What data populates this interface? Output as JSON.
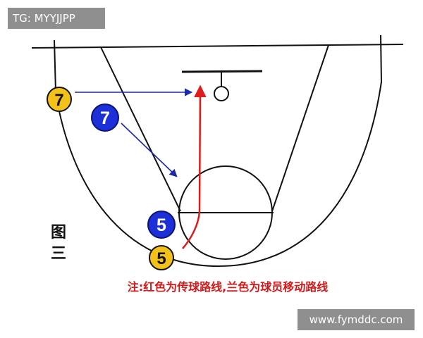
{
  "watermark_top": "TG: MYYJJPP",
  "watermark_bottom": "www.fymddc.com",
  "figure_label": "图\n三",
  "note": "注:红色为传球路线,兰色为球员移动路线",
  "players": [
    {
      "id": "yellow-7",
      "label": "7",
      "team_color": "#f2c21b"
    },
    {
      "id": "blue-7",
      "label": "7",
      "team_color": "#1d2fd6"
    },
    {
      "id": "blue-5",
      "label": "5",
      "team_color": "#1d2fd6"
    },
    {
      "id": "yellow-5",
      "label": "5",
      "team_color": "#f2c21b"
    }
  ],
  "colors": {
    "pass_route": "#e01b1b",
    "move_route": "#1a2aa8",
    "court_lines": "#111111"
  }
}
